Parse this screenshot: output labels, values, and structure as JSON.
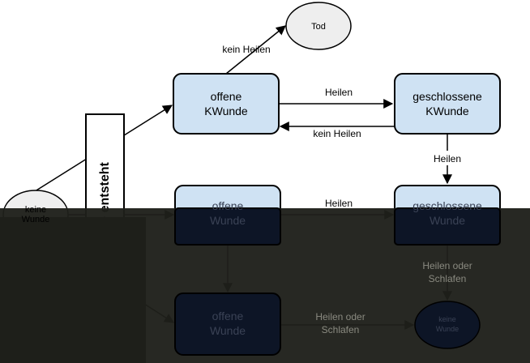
{
  "nodes": {
    "tod": "Tod",
    "offene_kwunde": [
      "offene",
      "KWunde"
    ],
    "geschlossene_kwunde": [
      "geschlossene",
      "KWunde"
    ],
    "offene_wunde": [
      "offene",
      "Wunde"
    ],
    "geschlossene_wunde": [
      "geschlossene",
      "Wunde"
    ],
    "offene_wunde_lower": [
      "offene",
      "Wunde"
    ],
    "keine_wunde_start": [
      "keine",
      "Wunde"
    ],
    "keine_wunde_end": [
      "keine",
      "Wunde"
    ]
  },
  "vertical_label": "Wunde entsteht",
  "edges": {
    "to_tod": "kein Heilen",
    "heilen_top": "Heilen",
    "kein_heilen_back": "kein Heilen",
    "heilen_down": "Heilen",
    "heilen_mid": "Heilen",
    "heilen_oder_schlafen_right": [
      "Heilen oder",
      "Schlafen"
    ],
    "heilen_oder_schlafen_bottom": [
      "Heilen oder",
      "Schlafen"
    ]
  }
}
